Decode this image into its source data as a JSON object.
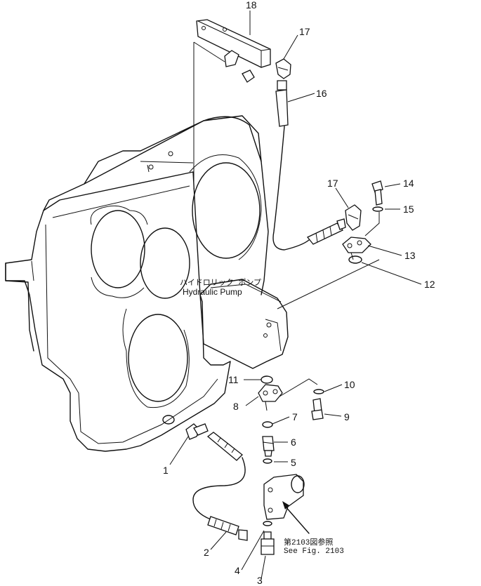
{
  "diagram": {
    "callouts": [
      {
        "id": "c1",
        "label": "1"
      },
      {
        "id": "c2",
        "label": "2"
      },
      {
        "id": "c3",
        "label": "3"
      },
      {
        "id": "c4",
        "label": "4"
      },
      {
        "id": "c5",
        "label": "5"
      },
      {
        "id": "c6",
        "label": "6"
      },
      {
        "id": "c7",
        "label": "7"
      },
      {
        "id": "c8",
        "label": "8"
      },
      {
        "id": "c9",
        "label": "9"
      },
      {
        "id": "c10",
        "label": "10"
      },
      {
        "id": "c11",
        "label": "11"
      },
      {
        "id": "c12",
        "label": "12"
      },
      {
        "id": "c13",
        "label": "13"
      },
      {
        "id": "c14",
        "label": "14"
      },
      {
        "id": "c15",
        "label": "15"
      },
      {
        "id": "c16",
        "label": "16"
      },
      {
        "id": "c17a",
        "label": "17"
      },
      {
        "id": "c17b",
        "label": "17"
      },
      {
        "id": "c18",
        "label": "18"
      }
    ],
    "pump_label_jp": "ハイドロリック ポンプ",
    "pump_label_en": "Hydraulic Pump",
    "see_fig_jp": "第2103図参照",
    "see_fig_en": "See Fig. 2103"
  }
}
